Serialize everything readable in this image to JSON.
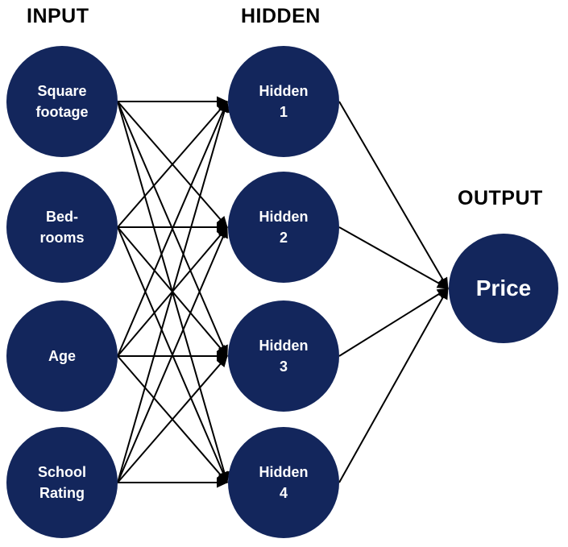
{
  "diagram": {
    "type": "neural-network",
    "labels": {
      "input": "INPUT",
      "hidden": "HIDDEN",
      "output": "OUTPUT"
    },
    "nodes": {
      "input1": {
        "label": "Square\nfootage",
        "layer": "input"
      },
      "input2": {
        "label": "Bed-\nrooms",
        "layer": "input"
      },
      "input3": {
        "label": "Age",
        "layer": "input"
      },
      "input4": {
        "label": "School\nRating",
        "layer": "input"
      },
      "hidden1": {
        "label": "Hidden\n1",
        "layer": "hidden"
      },
      "hidden2": {
        "label": "Hidden\n2",
        "layer": "hidden"
      },
      "hidden3": {
        "label": "Hidden\n3",
        "layer": "hidden"
      },
      "hidden4": {
        "label": "Hidden\n4",
        "layer": "hidden"
      },
      "output1": {
        "label": "Price",
        "layer": "output"
      }
    },
    "edges": [
      {
        "from": "input1",
        "to": "hidden1"
      },
      {
        "from": "input1",
        "to": "hidden2"
      },
      {
        "from": "input1",
        "to": "hidden3"
      },
      {
        "from": "input1",
        "to": "hidden4"
      },
      {
        "from": "input2",
        "to": "hidden1"
      },
      {
        "from": "input2",
        "to": "hidden2"
      },
      {
        "from": "input2",
        "to": "hidden3"
      },
      {
        "from": "input2",
        "to": "hidden4"
      },
      {
        "from": "input3",
        "to": "hidden1"
      },
      {
        "from": "input3",
        "to": "hidden2"
      },
      {
        "from": "input3",
        "to": "hidden3"
      },
      {
        "from": "input3",
        "to": "hidden4"
      },
      {
        "from": "input4",
        "to": "hidden1"
      },
      {
        "from": "input4",
        "to": "hidden2"
      },
      {
        "from": "input4",
        "to": "hidden3"
      },
      {
        "from": "input4",
        "to": "hidden4"
      },
      {
        "from": "hidden1",
        "to": "output1"
      },
      {
        "from": "hidden2",
        "to": "output1"
      },
      {
        "from": "hidden3",
        "to": "output1"
      },
      {
        "from": "hidden4",
        "to": "output1"
      }
    ]
  },
  "colors": {
    "node_fill": "#13265c",
    "node_text": "#ffffff",
    "edge": "#000000",
    "label_text": "#000000",
    "background": "#ffffff"
  }
}
